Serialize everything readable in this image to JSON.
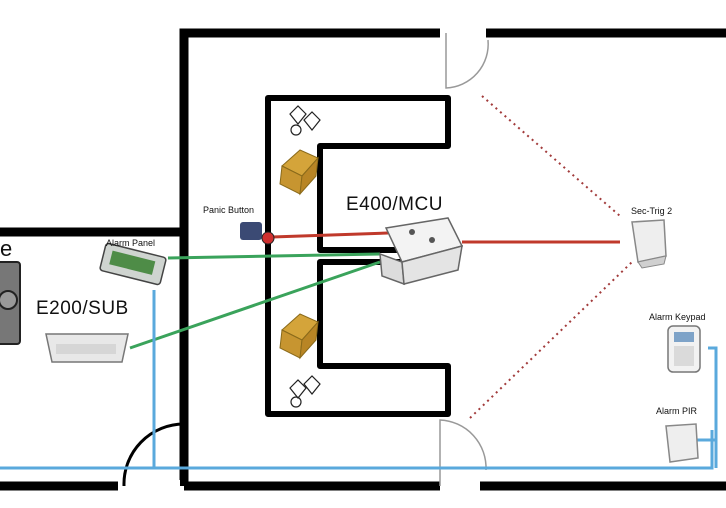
{
  "labels": {
    "partial_left": "e",
    "alarm_panel": "Alarm Panel",
    "panic_button": "Panic Button",
    "e400": "E400/MCU",
    "e200": "E200/SUB",
    "sec_trig": "Sec-Trig 2",
    "alarm_keypad": "Alarm Keypad",
    "alarm_pir": "Alarm PIR"
  },
  "colors": {
    "wall": "#000000",
    "wire_blue": "#5aa9dc",
    "link_green": "#3aa35b",
    "link_red": "#c0392b",
    "coverage_dotted": "#a23b3b",
    "gold": "#d4a43a"
  },
  "icons": [
    "safe-icon",
    "jewelry-icon",
    "gold-bars-icon",
    "panic-button-icon",
    "alarm-panel-device",
    "e400-device",
    "e200-device",
    "sec-trig-sensor",
    "keypad-device",
    "pir-sensor"
  ]
}
